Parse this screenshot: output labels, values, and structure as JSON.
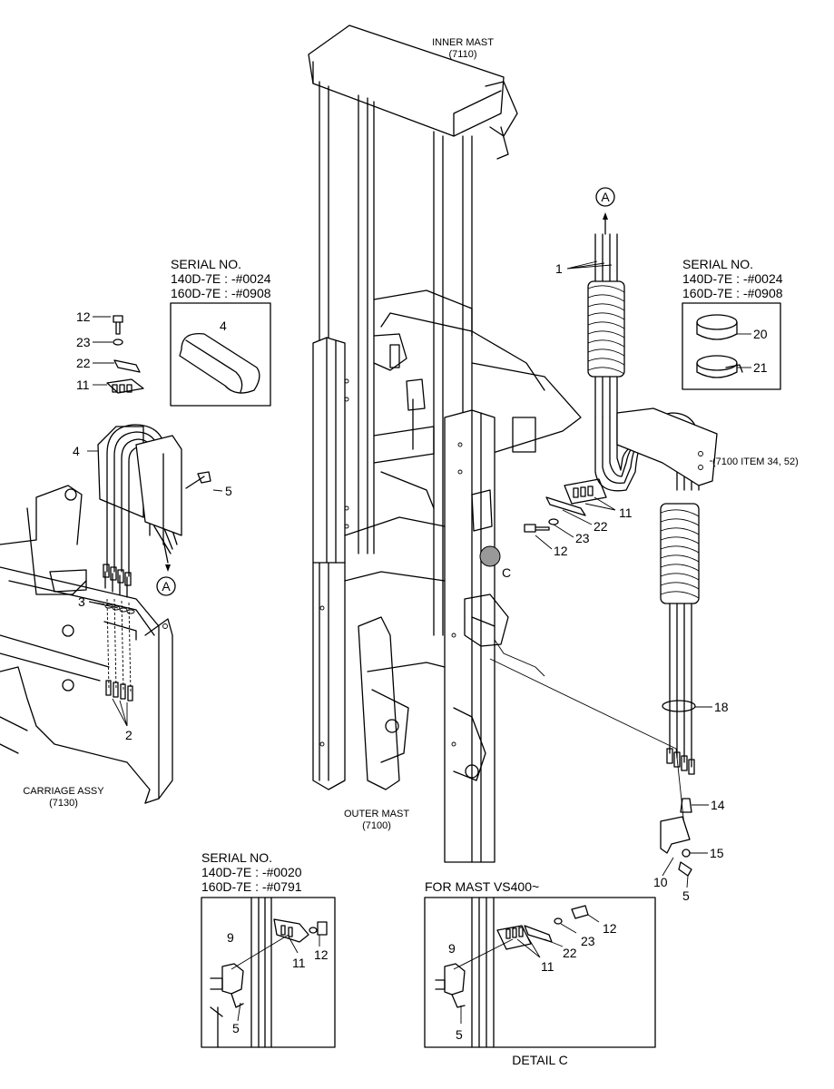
{
  "labels": {
    "inner_mast": "INNER MAST",
    "inner_mast_code": "(7110)",
    "outer_mast": "OUTER MAST",
    "outer_mast_code": "(7100)",
    "carriage": "CARRIAGE ASSY",
    "carriage_code": "(7130)",
    "ref_7100": "(7100 ITEM 34, 52)",
    "detail_c": "DETAIL C",
    "for_mast": "FOR MAST VS400~",
    "ref_a": "A",
    "ref_c": "C"
  },
  "serial_left": {
    "title": "SERIAL NO.",
    "line1": "140D-7E : -#0024",
    "line2": "160D-7E : -#0908"
  },
  "serial_right": {
    "title": "SERIAL NO.",
    "line1": "140D-7E : -#0024",
    "line2": "160D-7E : -#0908"
  },
  "serial_bottom": {
    "title": "SERIAL NO.",
    "line1": "140D-7E : -#0020",
    "line2": "160D-7E : -#0791"
  },
  "callouts": {
    "n1": "1",
    "n2": "2",
    "n3": "3",
    "n4": "4",
    "n5": "5",
    "n9": "9",
    "n10": "10",
    "n11": "11",
    "n12": "12",
    "n14": "14",
    "n15": "15",
    "n18": "18",
    "n20": "20",
    "n21": "21",
    "n22": "22",
    "n23": "23"
  }
}
